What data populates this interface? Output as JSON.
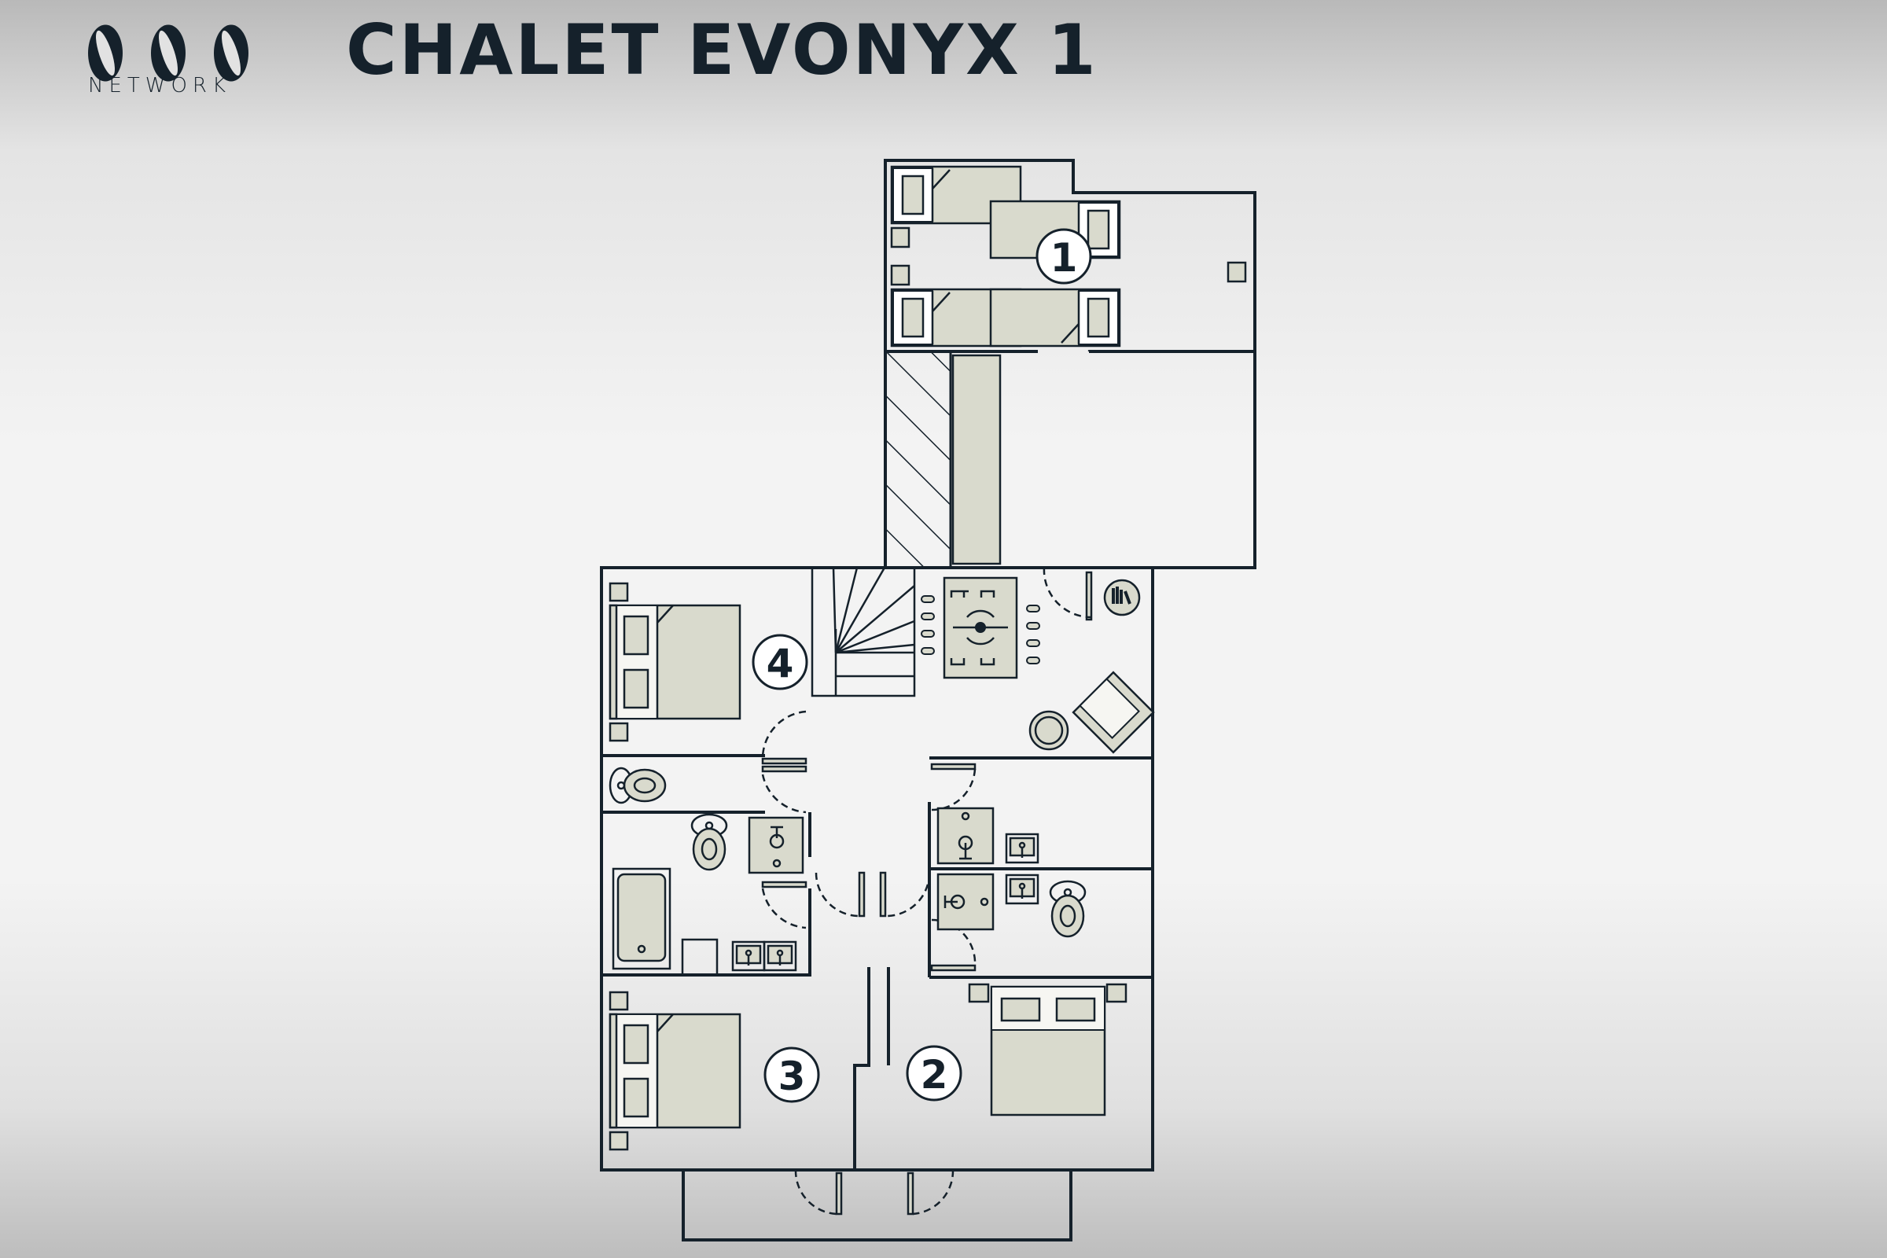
{
  "brand": {
    "logo_text": "NETWORK"
  },
  "header": {
    "title": "CHALET EVONYX 1"
  },
  "rooms": [
    {
      "label": "1"
    },
    {
      "label": "2"
    },
    {
      "label": "3"
    },
    {
      "label": "4"
    }
  ],
  "colors": {
    "ink": "#15212b",
    "furniture": "#d9dacd"
  }
}
